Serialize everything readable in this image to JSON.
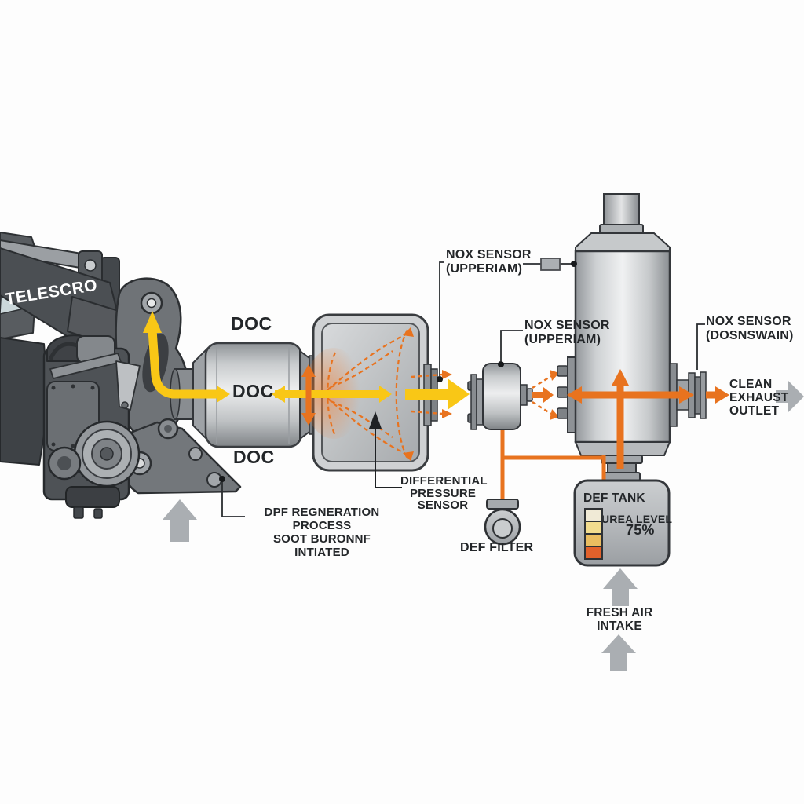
{
  "diagram": {
    "machine_brand": "TELESCRO",
    "doc_labels": {
      "top": "DOC",
      "middle": "DOC",
      "bottom": "DOC"
    },
    "nox_upstream_1": {
      "line1": "NOX SENSOR",
      "line2": "(UPPERIAM)"
    },
    "nox_upstream_2": {
      "line1": "NOX SENSOR",
      "line2": "(UPPERIAM)"
    },
    "nox_downstream": {
      "line1": "NOX SENSOR",
      "line2": "(DOSNSWAIN)"
    },
    "differential_pressure_sensor": {
      "line1": "DIFFERENTIAL",
      "line2": "PRESSURE",
      "line3": "SENSOR"
    },
    "dpf_regeneration": {
      "line1": "DPF REGNERATION PROCESS",
      "line2": "SOOT BURONNF INTIATED"
    },
    "def_filter_label": "DEF FILTER",
    "def_tank": {
      "label": "DEF TANK",
      "urea_level_label": "UREA LEVEL",
      "urea_level_value": "75%"
    },
    "fresh_air_intake": {
      "line1": "FRESH AIR",
      "line2": "INTAKE"
    },
    "clean_exhaust_outlet": {
      "line1": "CLEAN",
      "line2": "EXHAUST",
      "line3": "OUTLET"
    }
  },
  "gauge": {
    "segments": [
      "#F0EAD6",
      "#F2DC8E",
      "#EABD60",
      "#E2612B"
    ]
  },
  "colors": {
    "background": "#FDFDFD",
    "exhaust_yellow": "#F9C716",
    "urea_orange": "#E8731F",
    "neutral_arrow": "#AAAEB2",
    "ink": "#232629",
    "leader": "#2A2D30"
  }
}
